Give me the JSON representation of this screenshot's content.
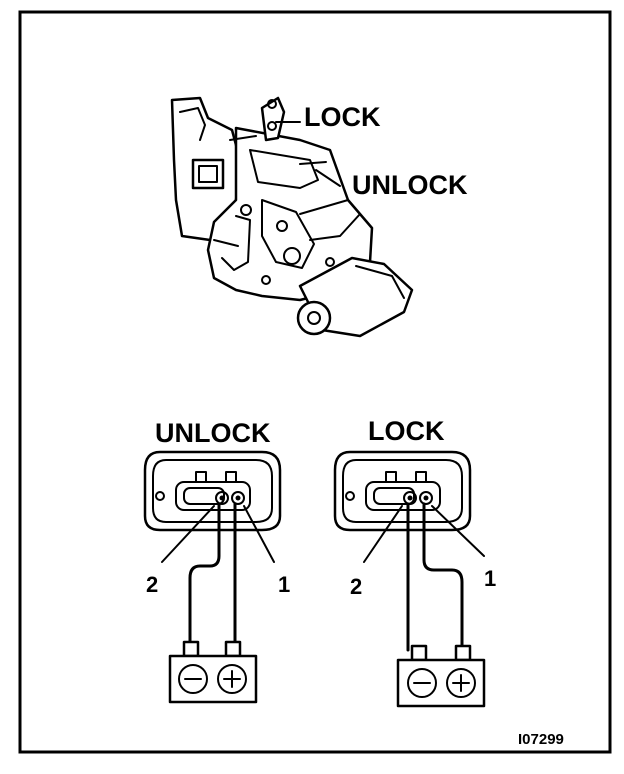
{
  "actuator": {
    "lock_label": "LOCK",
    "unlock_label": "UNLOCK"
  },
  "connectors": [
    {
      "title": "UNLOCK",
      "pin_a": "2",
      "pin_b": "1"
    },
    {
      "title": "LOCK",
      "pin_a": "2",
      "pin_b": "1"
    }
  ],
  "battery": {
    "negative_symbol": "−",
    "positive_symbol": "+"
  },
  "figure_id": "I07299"
}
